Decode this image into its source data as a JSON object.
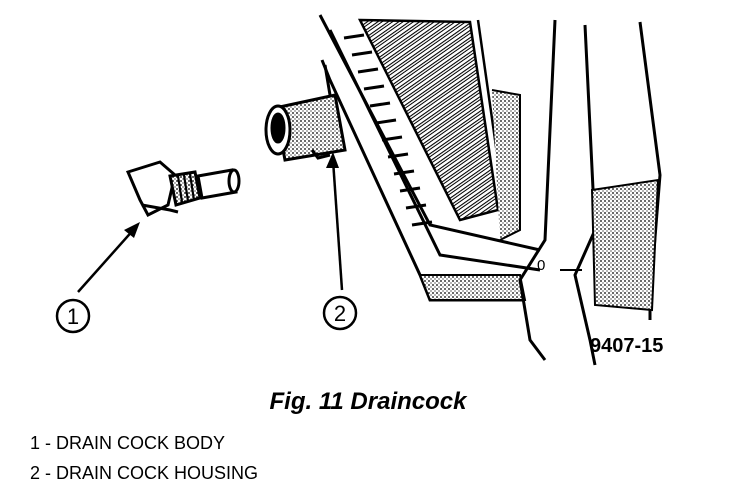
{
  "figure": {
    "caption": "Fig. 11 Draincock",
    "figure_id": "9407-15",
    "mark_label": "0"
  },
  "callouts": [
    {
      "number": "1"
    },
    {
      "number": "2"
    }
  ],
  "legend": [
    {
      "number": "1",
      "separator": " - ",
      "text": "DRAIN COCK BODY"
    },
    {
      "number": "2",
      "separator": " - ",
      "text": "DRAIN COCK HOUSING"
    }
  ]
}
